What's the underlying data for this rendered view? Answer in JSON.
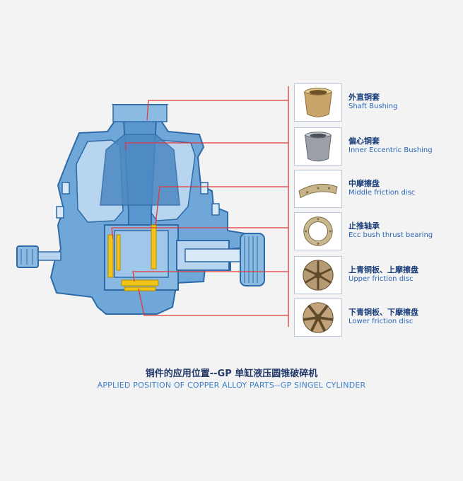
{
  "diagram": {
    "parts": [
      {
        "cn": "外直铜套",
        "en": "Shaft Bushing",
        "icon": "bronze-bushing-icon",
        "color": "#c9a56a"
      },
      {
        "cn": "偏心铜套",
        "en": "Inner Eccentric Bushing",
        "icon": "grey-bushing-icon",
        "color": "#9aa0a6"
      },
      {
        "cn": "中摩擦盘",
        "en": "Middle friction disc",
        "icon": "friction-arc-icon",
        "color": "#c7b48a"
      },
      {
        "cn": "止推轴承",
        "en": "Ecc bush thrust bearing",
        "icon": "thrust-ring-icon",
        "color": "#c8b890"
      },
      {
        "cn": "上青铜板、上摩擦盘",
        "en": "Upper friction disc",
        "icon": "upper-disc-icon",
        "color": "#b59a74"
      },
      {
        "cn": "下青铜板、下摩擦盘",
        "en": "Lower friction disc",
        "icon": "lower-disc-icon",
        "color": "#c2a37c"
      }
    ],
    "caption_cn": "铜件的应用位置--GP 单缸液压圆锥破碎机",
    "caption_en": "APPLIED POSITION OF  COPPER ALLOY PARTS--GP SINGEL CYLINDER"
  },
  "colors": {
    "background": "#f3f3f3",
    "machine_body": "#6fa7d8",
    "machine_light": "#b7d5ee",
    "machine_dark": "#2f6aa8",
    "callout_line": "#e0393b",
    "copper_highlight": "#f0c419"
  }
}
